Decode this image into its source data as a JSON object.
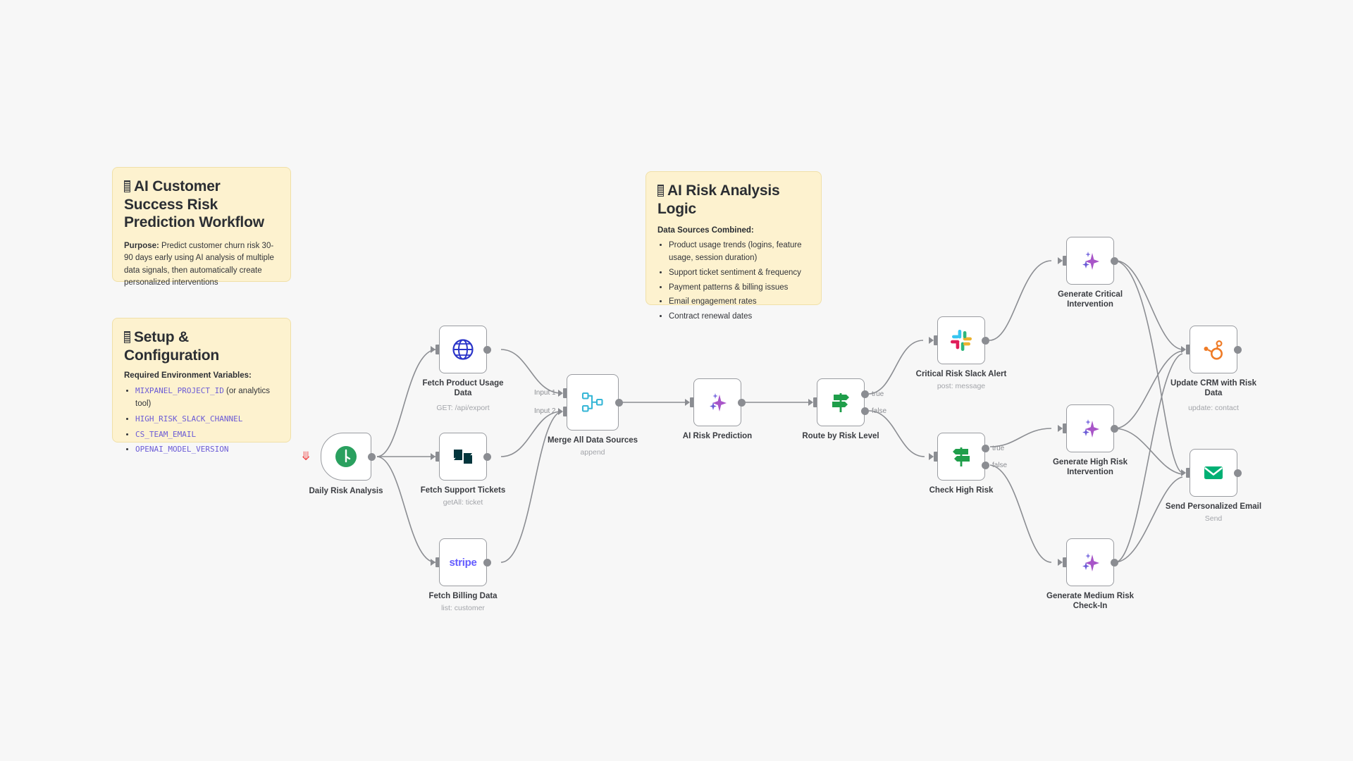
{
  "canvas": {
    "background_color": "#f7f7f7",
    "node_border_color": "#9a9ca1",
    "edge_color": "#8b8d92",
    "sticky_bg": "#fdf2cf"
  },
  "sticky_notes": [
    {
      "id": "workflow-overview",
      "title": "AI Customer Success Risk Prediction Workflow",
      "body_label": "Purpose:",
      "body_text": " Predict customer churn risk 30-90 days early using AI analysis of multiple data signals, then automatically create personalized interventions"
    },
    {
      "id": "setup-configuration",
      "title": "Setup & Configuration",
      "subhead": "Required Environment Variables:",
      "items": [
        {
          "code": "MIXPANEL_PROJECT_ID",
          "suffix": " (or analytics tool)"
        },
        {
          "code": "HIGH_RISK_SLACK_CHANNEL",
          "suffix": ""
        },
        {
          "code": "CS_TEAM_EMAIL",
          "suffix": ""
        },
        {
          "code": "OPENAI_MODEL_VERSION",
          "suffix": ""
        }
      ]
    },
    {
      "id": "ai-risk-analysis-logic",
      "title": "AI Risk Analysis Logic",
      "subhead": "Data Sources Combined:",
      "items": [
        "Product usage trends (logins, feature usage, session duration)",
        "Support ticket sentiment & frequency",
        "Payment patterns & billing issues",
        "Email engagement rates",
        "Contract renewal dates"
      ]
    }
  ],
  "nodes": [
    {
      "id": "daily-risk-analysis",
      "label": "Daily Risk Analysis",
      "sublabel": "",
      "icon": "schedule-clock-icon",
      "type": "trigger"
    },
    {
      "id": "fetch-product-usage-data",
      "label": "Fetch Product Usage Data",
      "sublabel": "GET: /api/export",
      "icon": "globe-icon",
      "type": "http-request"
    },
    {
      "id": "fetch-support-tickets",
      "label": "Fetch Support Tickets",
      "sublabel": "getAll: ticket",
      "icon": "zendesk-icon",
      "type": "zendesk"
    },
    {
      "id": "fetch-billing-data",
      "label": "Fetch Billing Data",
      "sublabel": "list: customer",
      "icon": "stripe-icon",
      "type": "stripe"
    },
    {
      "id": "merge-all-data-sources",
      "label": "Merge All Data Sources",
      "sublabel": "append",
      "icon": "merge-icon",
      "type": "merge",
      "input_labels": [
        "Input 1",
        "Input 2"
      ]
    },
    {
      "id": "ai-risk-prediction",
      "label": "AI Risk Prediction",
      "sublabel": "",
      "icon": "ai-sparkle-icon",
      "type": "ai-agent"
    },
    {
      "id": "route-by-risk-level",
      "label": "Route by Risk Level",
      "sublabel": "",
      "icon": "signpost-icon",
      "type": "if",
      "outputs": [
        "true",
        "false"
      ]
    },
    {
      "id": "critical-risk-slack-alert",
      "label": "Critical Risk Slack Alert",
      "sublabel": "post: message",
      "icon": "slack-icon",
      "type": "slack"
    },
    {
      "id": "check-high-risk",
      "label": "Check High Risk",
      "sublabel": "",
      "icon": "signpost-left-icon",
      "type": "if",
      "outputs": [
        "true",
        "false"
      ]
    },
    {
      "id": "generate-critical-intervention",
      "label": "Generate Critical Intervention",
      "sublabel": "",
      "icon": "ai-sparkle-icon",
      "type": "ai-agent"
    },
    {
      "id": "generate-high-risk-intervention",
      "label": "Generate High Risk Intervention",
      "sublabel": "",
      "icon": "ai-sparkle-icon",
      "type": "ai-agent"
    },
    {
      "id": "generate-medium-risk-check-in",
      "label": "Generate Medium Risk Check-In",
      "sublabel": "",
      "icon": "ai-sparkle-icon",
      "type": "ai-agent"
    },
    {
      "id": "update-crm-with-risk-data",
      "label": "Update CRM with Risk Data",
      "sublabel": "update: contact",
      "icon": "hubspot-icon",
      "type": "hubspot"
    },
    {
      "id": "send-personalized-email",
      "label": "Send Personalized Email",
      "sublabel": "Send",
      "icon": "email-envelope-icon",
      "type": "email-send"
    }
  ]
}
